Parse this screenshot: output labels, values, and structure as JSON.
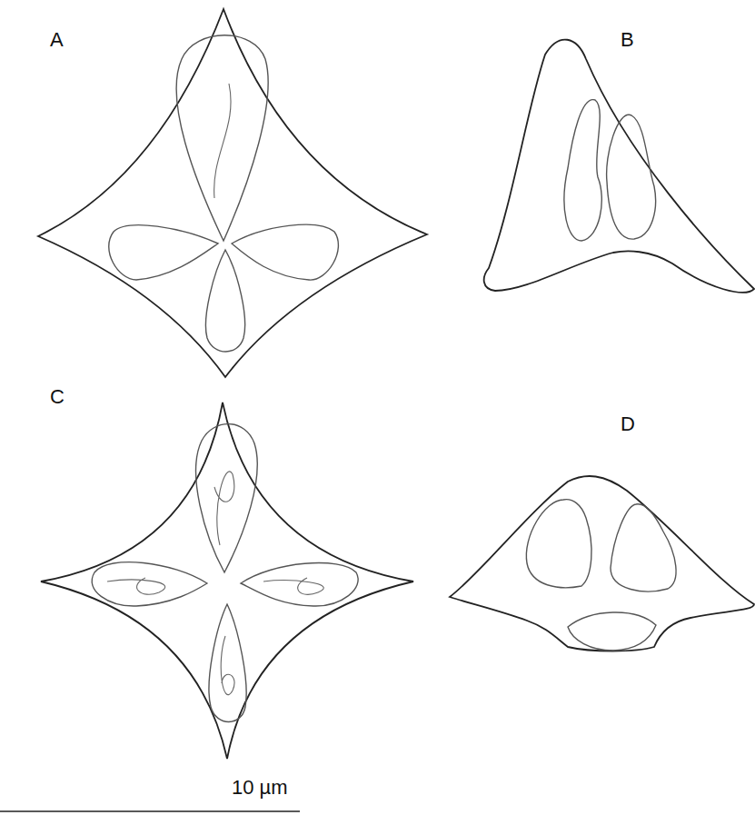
{
  "diagram": {
    "labels": [
      "A",
      "B",
      "C",
      "D",
      "10 µm"
    ]
  }
}
